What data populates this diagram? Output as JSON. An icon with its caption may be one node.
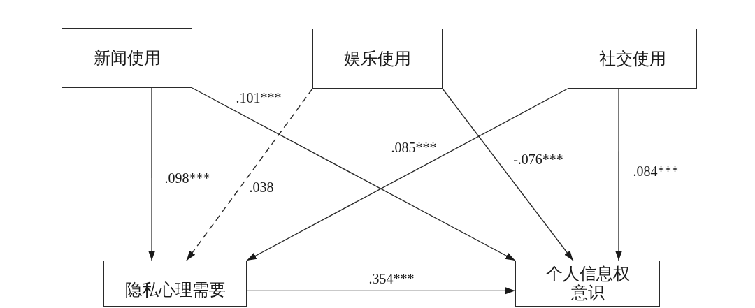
{
  "diagram": {
    "nodes": [
      {
        "text": [
          "新闻使用"
        ]
      },
      {
        "text": [
          "娱乐使用"
        ]
      },
      {
        "text": [
          "社交使用"
        ]
      },
      {
        "text": [
          "隐私心理需要"
        ]
      },
      {
        "text": [
          "个人信息权意识"
        ]
      }
    ],
    "edges": [
      {
        "from": 0,
        "to": 3,
        "arrow": "to",
        "label": ".098***"
      },
      {
        "from": 0,
        "to": 4,
        "arrow": "to",
        "label": ".101***"
      },
      {
        "from": 1,
        "to": 3,
        "arrow": "to",
        "label": ".038",
        "style": "dashed"
      },
      {
        "from": 1,
        "to": 4,
        "arrow": "to",
        "label": "-.076***"
      },
      {
        "from": 2,
        "to": 3,
        "arrow": "to",
        "label": ".085***"
      },
      {
        "from": 2,
        "to": 4,
        "arrow": "to",
        "label": ".084***"
      },
      {
        "from": 3,
        "to": 4,
        "arrow": "to",
        "label": ".354***"
      }
    ]
  }
}
